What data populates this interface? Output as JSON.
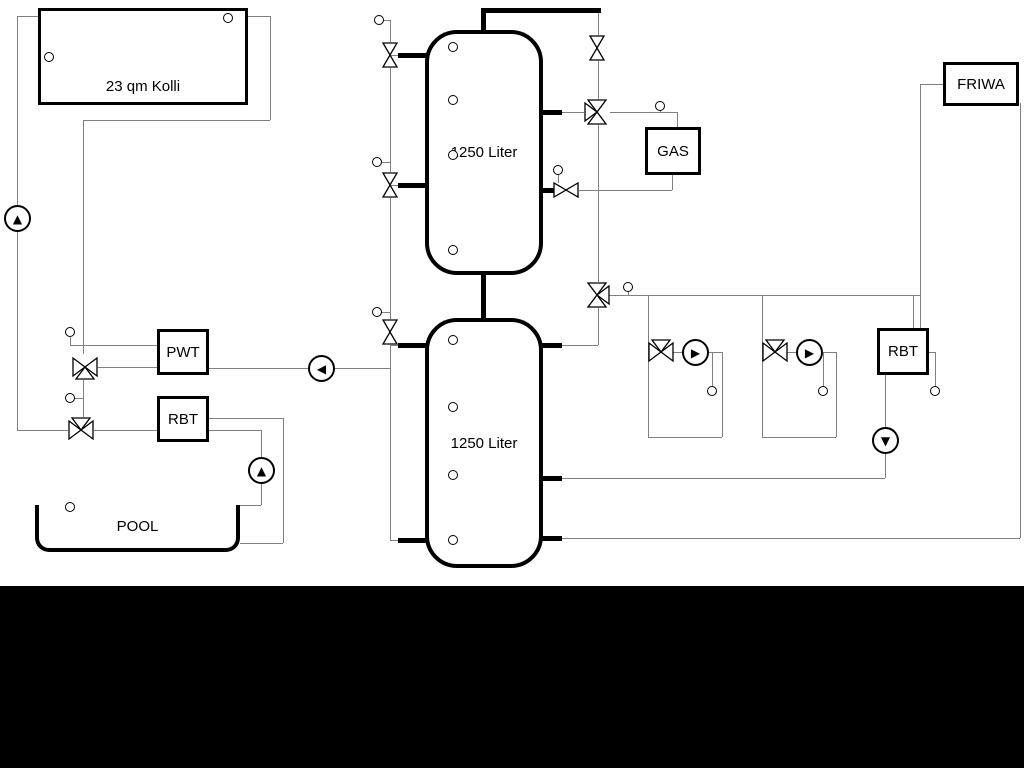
{
  "diagram": {
    "type": "hydraulic-heating-schematic",
    "labels": {
      "collector": "23 qm Kolli",
      "tank_top": "1250 Liter",
      "tank_bottom": "1250 Liter",
      "gas_boiler": "GAS",
      "friwa": "FRIWA",
      "pwt": "PWT",
      "rbt_left": "RBT",
      "rbt_right": "RBT",
      "pool": "POOL"
    },
    "glyphs": {
      "pump_up": "▲",
      "pump_down": "▼",
      "pump_left": "◀",
      "pump_right": "▶"
    },
    "colors": {
      "background": "#ffffff",
      "pipe": "#808080",
      "outline": "#000000",
      "bottom_band": "#000000"
    },
    "icons": {
      "pump": "circle with direction triangle",
      "valve_2way": "double-triangle bowtie",
      "valve_3way": "bowtie with branch triangle",
      "sensor": "small circle with stem"
    }
  }
}
